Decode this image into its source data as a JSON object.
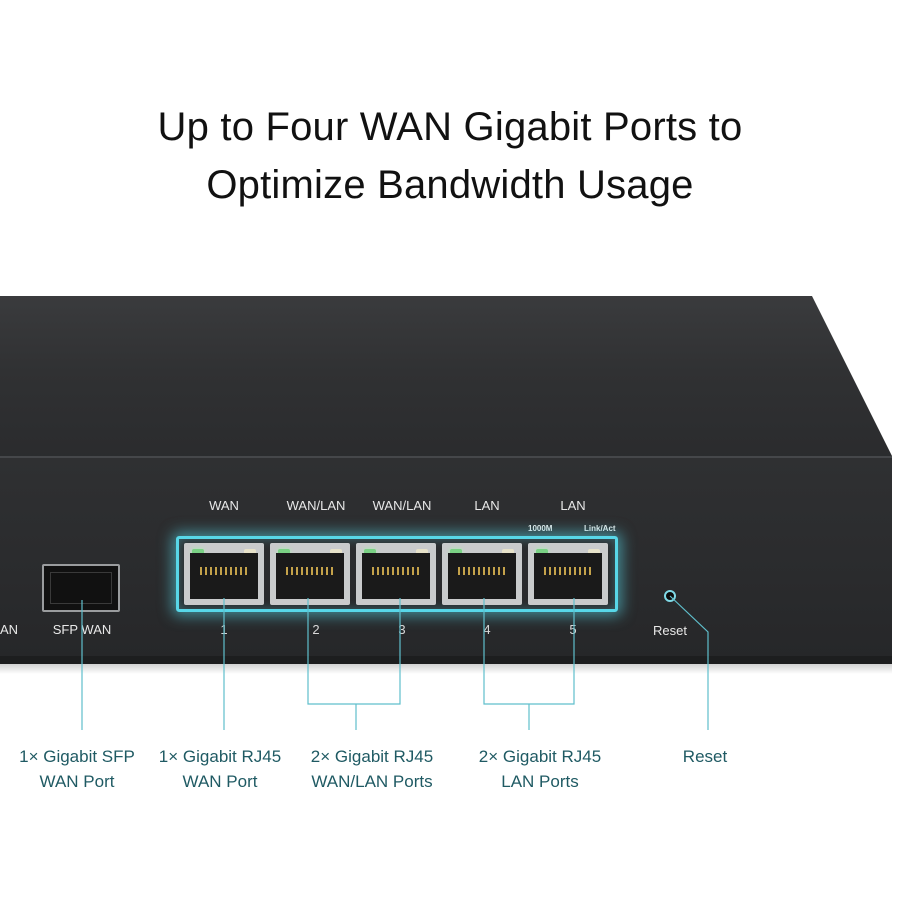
{
  "headline": {
    "line1": "Up to Four WAN Gigabit Ports to",
    "line2": "Optimize Bandwidth Usage"
  },
  "device": {
    "top_labels": [
      "WAN",
      "WAN/LAN",
      "WAN/LAN",
      "LAN",
      "LAN"
    ],
    "led_labels": {
      "speed": "1000M",
      "activity": "Link/Act"
    },
    "port_numbers": [
      "1",
      "2",
      "3",
      "4",
      "5"
    ],
    "sfp_label": "SFP WAN",
    "left_cut_label": "AN",
    "reset_label": "Reset"
  },
  "callouts": [
    {
      "line1": "1× Gigabit SFP",
      "line2": "WAN Port"
    },
    {
      "line1": "1× Gigabit RJ45",
      "line2": "WAN Port"
    },
    {
      "line1": "2× Gigabit RJ45",
      "line2": "WAN/LAN Ports"
    },
    {
      "line1": "2× Gigabit RJ45",
      "line2": "LAN Ports"
    },
    {
      "line1": "Reset",
      "line2": ""
    }
  ],
  "colors": {
    "accent_cyan": "#58d7e8",
    "callout_text": "#1f5a63",
    "device_body": "#2c2d2f"
  }
}
